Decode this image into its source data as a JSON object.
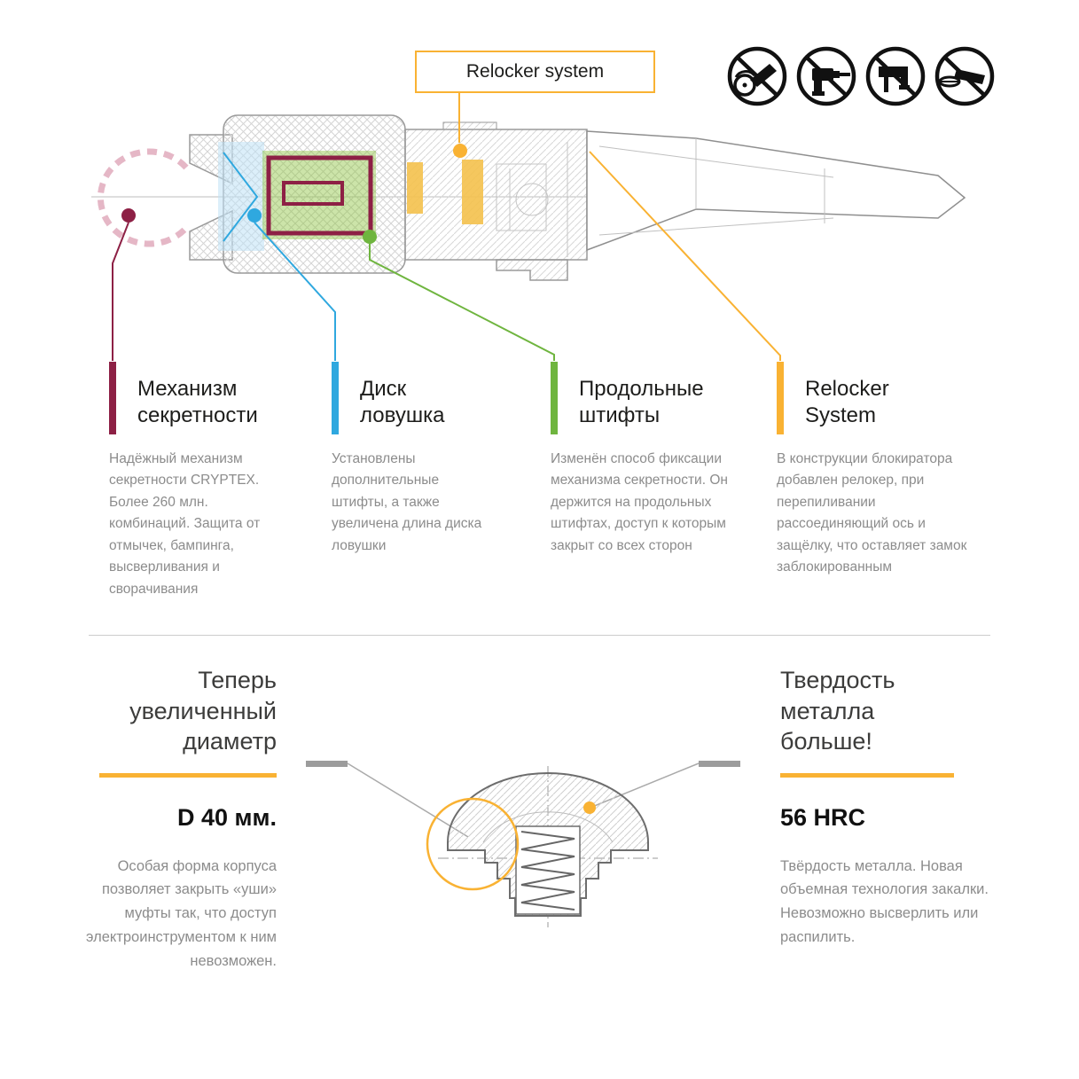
{
  "relocker_box": {
    "label": "Relocker system"
  },
  "prohibited_tools": {
    "items": [
      {
        "name": "cut-off-saw"
      },
      {
        "name": "drill"
      },
      {
        "name": "hammer-drill"
      },
      {
        "name": "angle-grinder"
      }
    ]
  },
  "colors": {
    "accent_yellow": "#F9B233",
    "maroon": "#8D2045",
    "blue": "#2FA8DF",
    "green": "#6FB53F",
    "body_text": "#8C8C8C"
  },
  "columns": [
    {
      "title": "Механизм\nсекретности",
      "color": "#8D2045",
      "body": "Надёжный механизм секретности CRYPTEX. Более 260 млн. комбинаций. Защита от отмычек, бампинга, высверливания и сворачивания"
    },
    {
      "title": "Диск\nловушка",
      "color": "#2FA8DF",
      "body": "Установлены дополнительные штифты, а также увеличена длина диска ловушки"
    },
    {
      "title": "Продольные\nштифты",
      "color": "#6FB53F",
      "body": "Изменён способ фиксации механизма секретности. Он держится на продольных штифтах, доступ к которым закрыт со всех сторон"
    },
    {
      "title": "Relocker\nSystem",
      "color": "#F9B233",
      "body": "В конструкции блокиратора добавлен релокер, при перепиливании рассоединяющий ось и защёлку, что оставляет замок заблокированным"
    }
  ],
  "bottom_left": {
    "title": "Теперь\nувеличенный\nдиаметр",
    "value": "D 40 мм.",
    "body": "Особая форма корпуса позволяет закрыть «уши» муфты так, что доступ электроинструментом к ним невозможен."
  },
  "bottom_right": {
    "title": "Твердость\nметалла\nбольше!",
    "value": "56 HRC",
    "body": "Твёрдость металла. Новая объемная технология закалки. Невозможно высверлить или распилить."
  }
}
